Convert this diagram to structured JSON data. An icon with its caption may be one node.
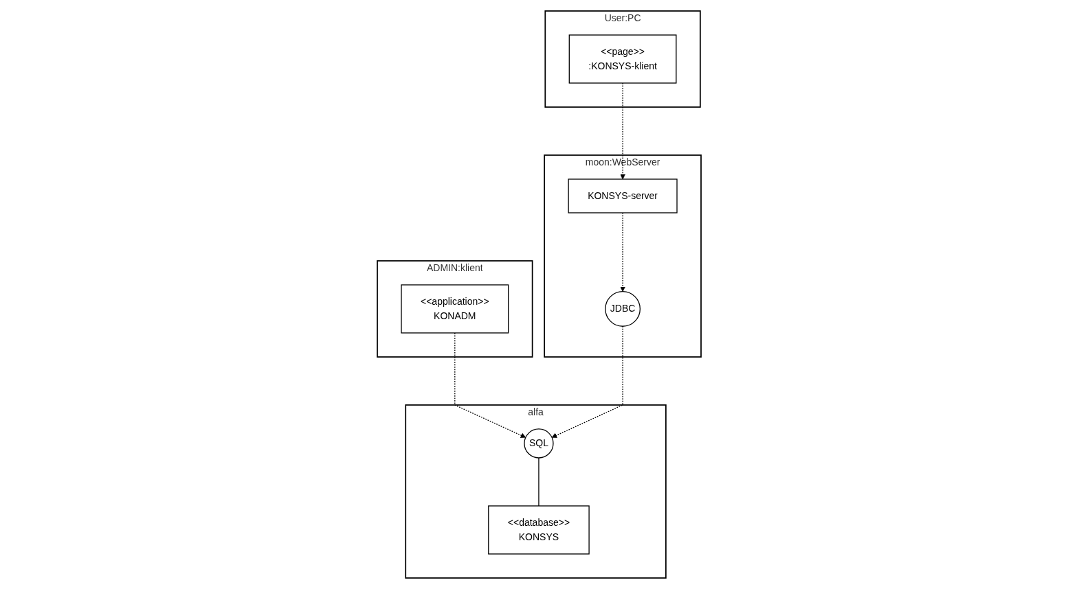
{
  "diagram": {
    "nodes": [
      {
        "text": [
          "User:PC"
        ]
      },
      {
        "text": [
          "<<page>>",
          ":KONSYS-klient"
        ],
        "in": 0
      },
      {
        "text": [
          "ADMIN:klient"
        ]
      },
      {
        "text": [
          "<<application>>",
          "KONADM"
        ],
        "in": 2
      },
      {
        "text": [
          "moon:WebServer"
        ]
      },
      {
        "text": [
          "KONSYS-server"
        ],
        "in": 4
      },
      {
        "text": [
          "JDBC"
        ],
        "in": 4
      },
      {
        "text": [
          "alfa"
        ]
      },
      {
        "text": [
          "SQL"
        ],
        "in": 7
      },
      {
        "text": [
          "<<database>>",
          "KONSYS"
        ],
        "in": 7
      }
    ],
    "edges": [
      {
        "from": 1,
        "to": 5,
        "arrow": "to",
        "style": "dashed"
      },
      {
        "from": 3,
        "to": 8,
        "arrow": "to",
        "style": "dashed"
      },
      {
        "from": 5,
        "to": 6,
        "arrow": "to",
        "style": "dashed"
      },
      {
        "from": 6,
        "to": 8,
        "arrow": "to",
        "style": "dashed"
      },
      {
        "from": 8,
        "to": 9,
        "arrow": "none"
      }
    ]
  }
}
